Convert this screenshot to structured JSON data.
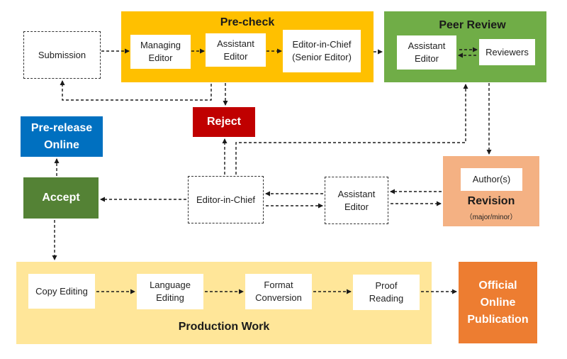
{
  "colors": {
    "precheck": "#FFC000",
    "peer_review": "#70AD47",
    "reject": "#C00000",
    "pre_release": "#0070C0",
    "accept": "#548235",
    "revision": "#F4B183",
    "production": "#FFE699",
    "official": "#ED7D31"
  },
  "submission": "Submission",
  "precheck": {
    "title": "Pre-check",
    "managing_editor": "Managing\nEditor",
    "assistant_editor": "Assistant\nEditor",
    "editor_in_chief": "Editor-in-Chief\n(Senior Editor)"
  },
  "peer_review": {
    "title": "Peer Review",
    "assistant_editor": "Assistant\nEditor",
    "reviewers": "Reviewers"
  },
  "reject": "Reject",
  "pre_release": "Pre-release\nOnline",
  "accept": "Accept",
  "editor_in_chief": "Editor-in-Chief",
  "assistant_editor": "Assistant\nEditor",
  "revision": {
    "authors": "Author(s)",
    "title": "Revision",
    "subtitle": "（major/minor）"
  },
  "production": {
    "title": "Production Work",
    "copy_editing": "Copy Editing",
    "language_editing": "Language\nEditing",
    "format_conversion": "Format\nConversion",
    "proof_reading": "Proof\nReading"
  },
  "official": "Official\nOnline\nPublication"
}
